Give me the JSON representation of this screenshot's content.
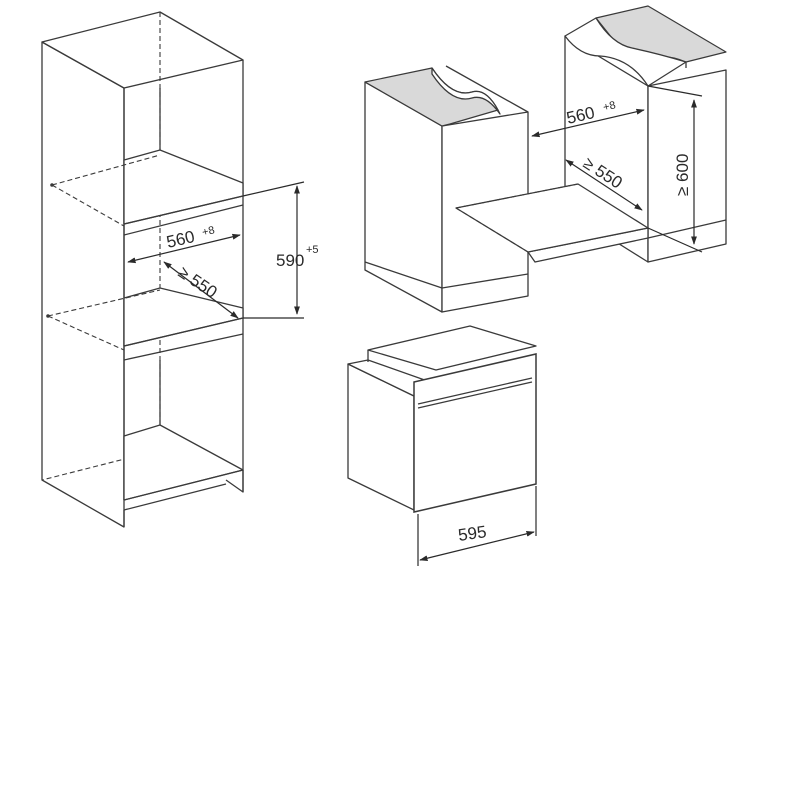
{
  "dimensions": {
    "tall_niche_width": "560",
    "tall_niche_width_tolerance": "+8",
    "tall_niche_height": "590",
    "tall_niche_height_tolerance": "+5",
    "tall_niche_depth": "≥ 550",
    "base_niche_width": "560",
    "base_niche_width_tolerance": "+8",
    "base_niche_depth": "≥ 550",
    "base_niche_height": "≥ 600",
    "appliance_width": "595"
  }
}
